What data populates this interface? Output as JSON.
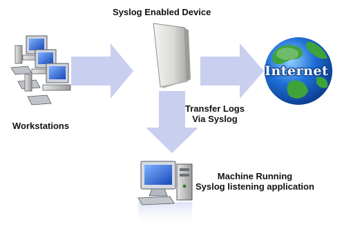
{
  "labels": {
    "device": "Syslog Enabled Device",
    "workstations": "Workstations",
    "transfer_line1": "Transfer Logs",
    "transfer_line2": "Via Syslog",
    "machine_line1": "Machine Running",
    "machine_line2": "Syslog listening application",
    "internet": "Internet"
  },
  "colors": {
    "arrow": "#c9cfef",
    "globe_ocean": "#1f6fd6",
    "globe_land": "#3fa33a"
  },
  "icons": [
    "workstations-icon",
    "syslog-device-icon",
    "internet-globe-icon",
    "server-computer-icon"
  ]
}
